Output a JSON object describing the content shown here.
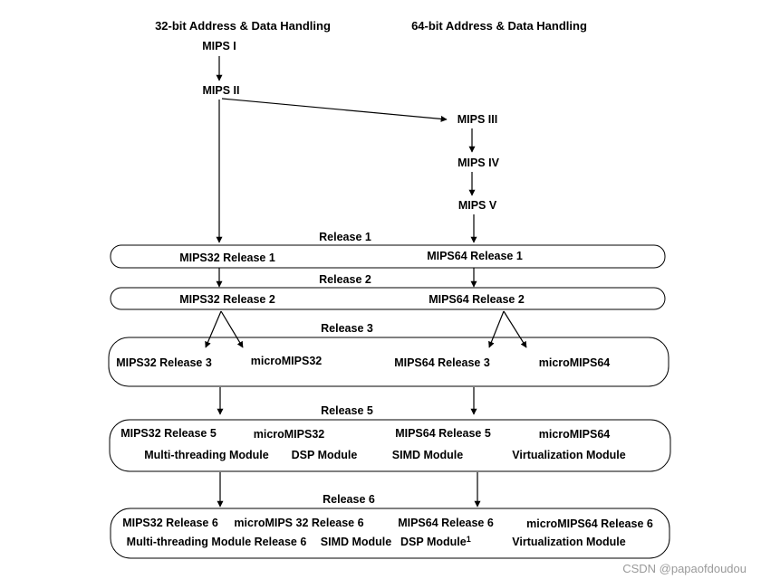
{
  "headers": {
    "col32": "32-bit Address & Data Handling",
    "col64": "64-bit Address & Data Handling"
  },
  "legacy": {
    "mips1": "MIPS I",
    "mips2": "MIPS II",
    "mips3": "MIPS III",
    "mips4": "MIPS IV",
    "mips5": "MIPS V"
  },
  "release1": {
    "title": "Release 1",
    "mips32": "MIPS32 Release 1",
    "mips64": "MIPS64 Release 1"
  },
  "release2": {
    "title": "Release 2",
    "mips32": "MIPS32 Release 2",
    "mips64": "MIPS64 Release 2"
  },
  "release3": {
    "title": "Release 3",
    "mips32": "MIPS32 Release 3",
    "micro32": "microMIPS32",
    "mips64": "MIPS64 Release 3",
    "micro64": "microMIPS64"
  },
  "release5": {
    "title": "Release 5",
    "mips32": "MIPS32 Release 5",
    "micro32": "microMIPS32",
    "mips64": "MIPS64 Release 5",
    "micro64": "microMIPS64",
    "mt": "Multi-threading Module",
    "dsp": "DSP Module",
    "simd": "SIMD Module",
    "virt": "Virtualization Module"
  },
  "release6": {
    "title": "Release 6",
    "mips32": "MIPS32 Release 6",
    "micro32": "microMIPS 32 Release 6",
    "mips64": "MIPS64 Release 6",
    "micro64": "microMIPS64 Release 6",
    "mt": "Multi-threading Module Release 6",
    "simd": "SIMD Module",
    "dsp": "DSP Module",
    "dsp_sup": "1",
    "virt": "Virtualization Module"
  },
  "watermark": "CSDN @papaofdoudou"
}
